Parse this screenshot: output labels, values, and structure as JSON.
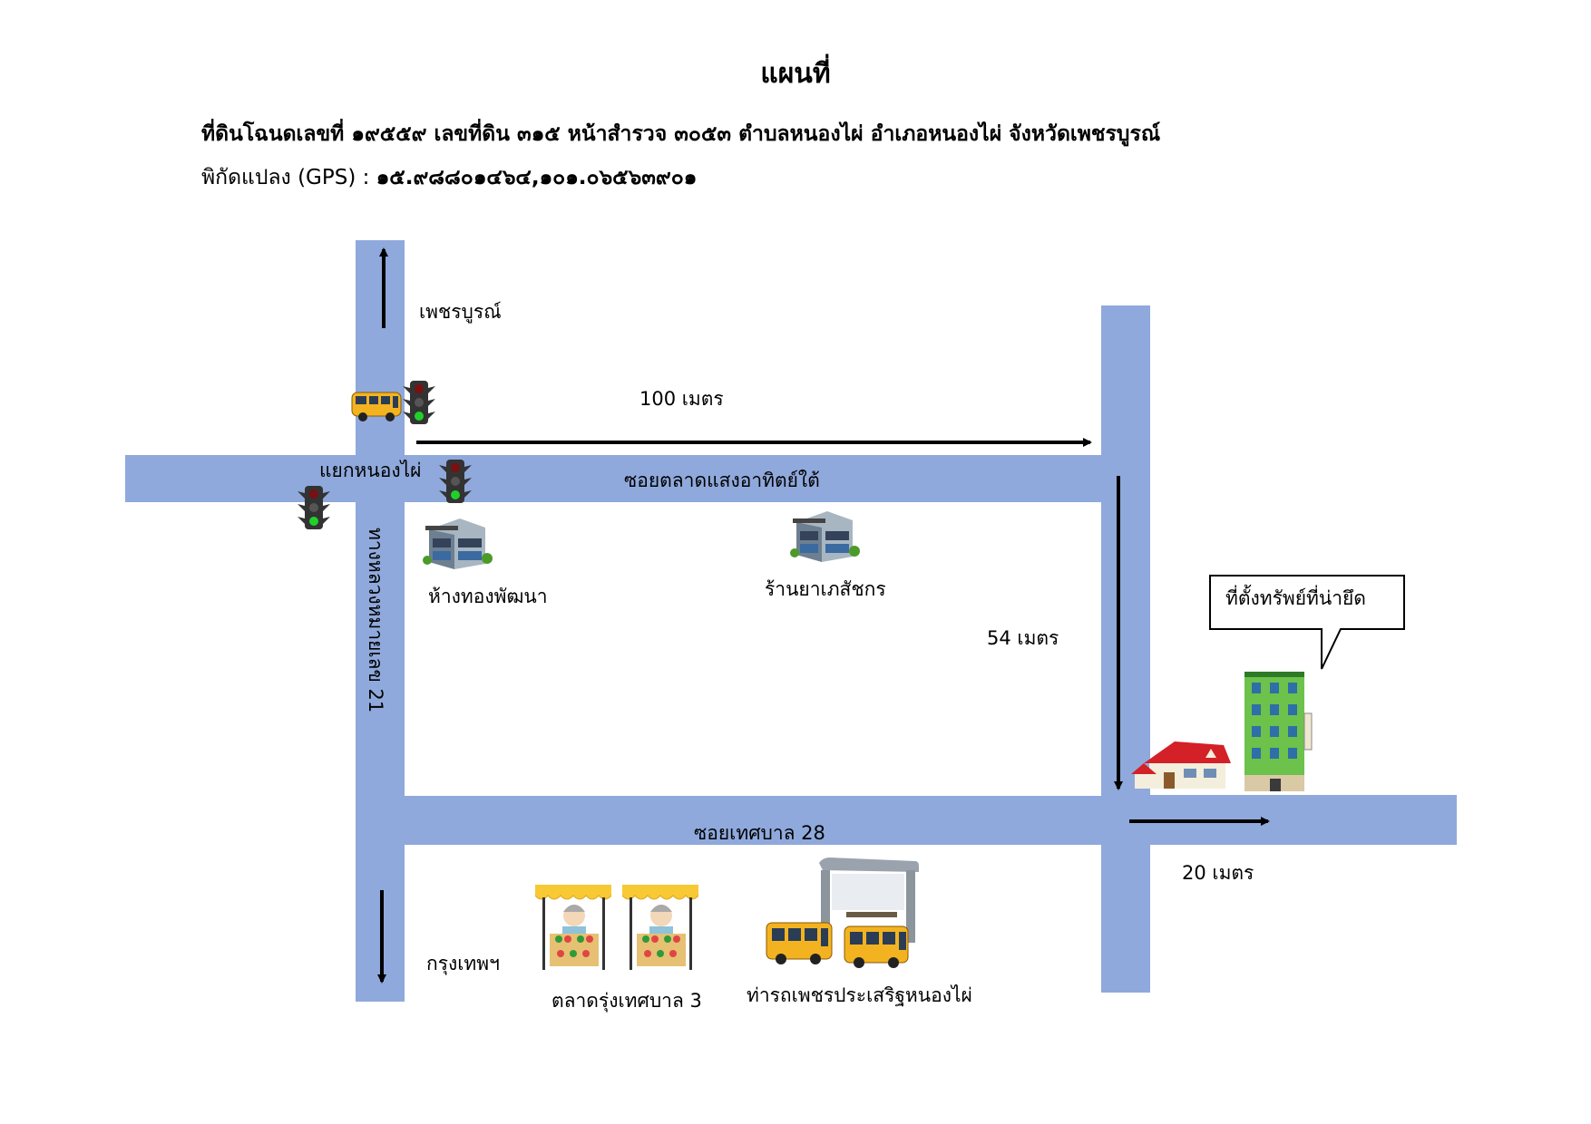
{
  "header": {
    "title": "แผนที่",
    "parcel_line": "ที่ดินโฉนดเลขที่ ๑๙๕๕๙ เลขที่ดิน ๓๑๕ หน้าสำรวจ ๓๐๕๓ ตำบลหนองไผ่ อำเภอหนองไผ่ จังหวัดเพชรบูรณ์",
    "gps_label": "พิกัดแปลง (GPS) :",
    "gps_value": "๑๕.๙๘๘๐๑๔๖๔,๑๐๑.๐๖๕๖๓๙๐๑"
  },
  "directions": {
    "north": "เพชรบูรณ์",
    "south": "กรุงเทพฯ"
  },
  "roads": {
    "highway": "ทางหลวงหมายเลข 21",
    "upper_soi": "ซอยตลาดแสงอาทิตย์ใต้",
    "lower_soi": "ซอยเทศบาล 28",
    "junction": "แยกหนองไผ่"
  },
  "distances": {
    "east_leg": "100 เมตร",
    "south_leg": "54 เมตร",
    "final_leg": "20 เมตร"
  },
  "landmarks": {
    "gold_shop": "ห้างทองพัฒนา",
    "pharmacy": "ร้านยาเภสัชกร",
    "market": "ตลาดรุ่งเทศบาล 3",
    "bus_station": "ท่ารถเพชรประเสริฐหนองไผ่"
  },
  "target": {
    "label": "ที่ตั้งทรัพย์ที่น่ายึด"
  },
  "colors": {
    "road": "#8fa9dc",
    "arrow": "#000000"
  },
  "icons": [
    "traffic-light-icon",
    "bus-icon",
    "shop-building-icon",
    "house-icon",
    "apartment-building-icon",
    "market-stall-icon",
    "bus-shelter-icon"
  ]
}
